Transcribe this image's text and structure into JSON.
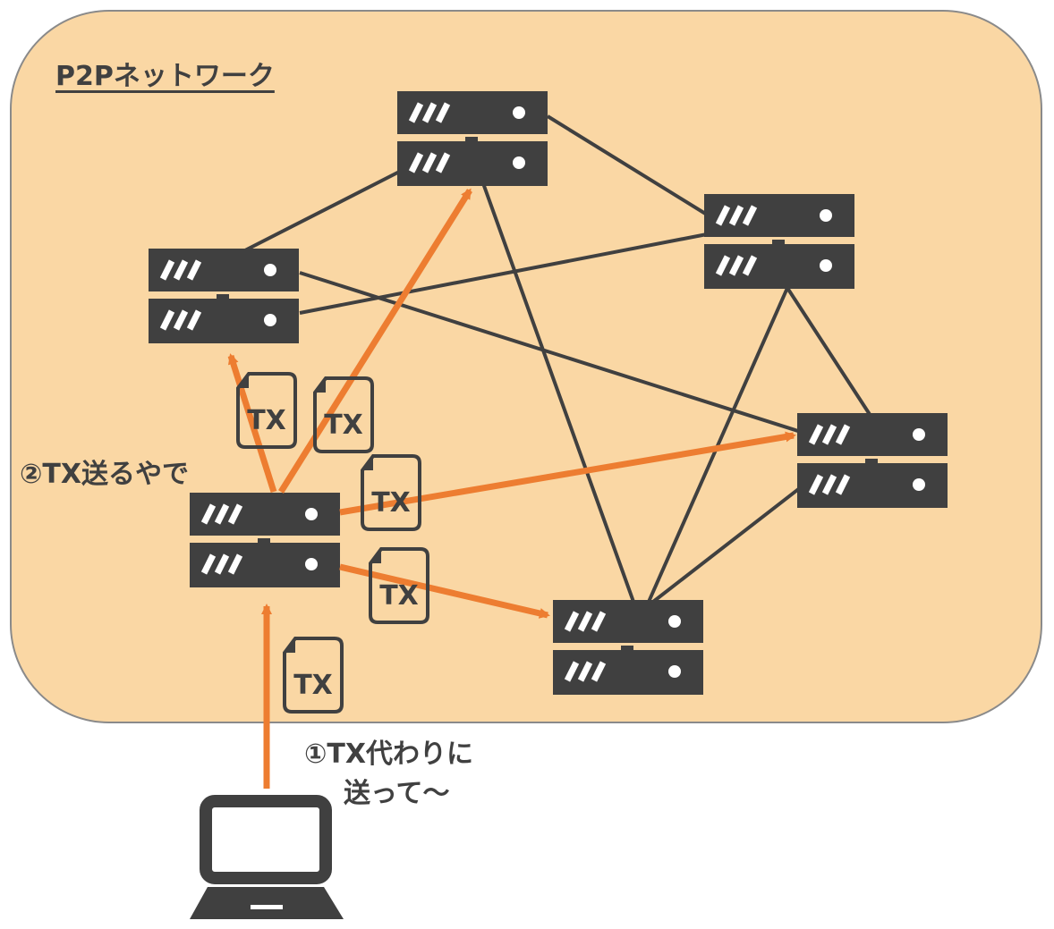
{
  "network": {
    "title": "P2Pネットワーク"
  },
  "steps": {
    "step1": {
      "line1": "①TX代わりに",
      "line2": "送って〜"
    },
    "step2": "②TX送るやで"
  },
  "tx_label": "TX",
  "colors": {
    "network_area": "#fad7a4",
    "network_border": "#8a8a8a",
    "server": "#404040",
    "link": "#404040",
    "arrow": "#ed7d31",
    "text": "#404040"
  },
  "icons": {
    "server": "server-icon",
    "laptop": "laptop-icon",
    "document": "tx-document-icon"
  }
}
